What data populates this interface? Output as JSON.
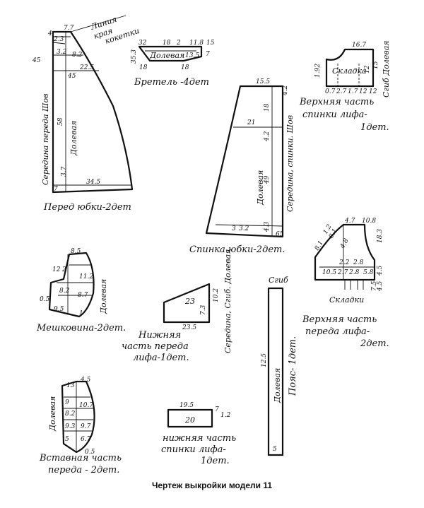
{
  "caption": "Чертеж выкройки модели 11",
  "pieces": {
    "front_skirt": {
      "label": "Перед юбки-2дет",
      "side_label": "Середина переда Шов",
      "grain": "Долевая",
      "yoke_note": [
        "Линия",
        "края",
        "кокетки"
      ],
      "dims": [
        "4",
        "7.7",
        "2.3",
        "3.2",
        "8.2",
        "45",
        "22.5",
        "45",
        "58",
        "3.7",
        "34.5",
        "7"
      ]
    },
    "strap": {
      "label": "Бретель -4дет",
      "grain": "Долевая",
      "dims": [
        "32",
        "18",
        "2",
        "11.8",
        "15",
        "35.3",
        "13.5",
        "7",
        "18",
        "18"
      ]
    },
    "back_bodice_top": {
      "label": [
        "Верхняя часть",
        "спинки лифа-",
        "1дет."
      ],
      "side_label": "Сгиб Долевая",
      "pleat": "Складка",
      "dims": [
        "16.7",
        "1.92",
        "12",
        "15",
        "0.7",
        "2.7",
        "1.7",
        "12",
        "12"
      ]
    },
    "back_skirt": {
      "label": "Спинка юбки-2дет.",
      "side_label": "Середина, спинки. Шов",
      "grain": "Долевая",
      "dims": [
        "15.5",
        "4.2",
        "18",
        "21",
        "4.2",
        "49",
        "3",
        "3.2",
        "4.3",
        "65"
      ]
    },
    "pocket": {
      "label": "Мешковина-2дет.",
      "grain": "Долевая",
      "dims": [
        "8.5",
        "12",
        "2",
        "11.2",
        "8.2",
        "8.7",
        "0.5",
        "9.5",
        "1"
      ]
    },
    "front_bodice_bottom": {
      "label": [
        "Нижняя",
        "часть переда",
        "лифа-1дет."
      ],
      "side_label": "Середина, Сгиб. Долевая",
      "dims": [
        "10.2",
        "23",
        "7.3",
        "23.5"
      ]
    },
    "front_bodice_top": {
      "label": [
        "Верхняя часть",
        "переда лифа-",
        "2дет."
      ],
      "pleats": "Складки",
      "dims": [
        "8.1",
        "1.2",
        "4.7",
        "10.8",
        "8.1",
        "4.8",
        "18.3",
        "2.2",
        "2.8",
        "10.5",
        "2.7",
        "2.8",
        "5.8",
        "4.5",
        "7.5",
        "4.5"
      ]
    },
    "belt": {
      "label": "Пояс- 1дет.",
      "fold": "Сгиб",
      "grain": "Долевая",
      "dims": [
        "12.5",
        "5"
      ]
    },
    "front_insert": {
      "label": [
        "Вставная часть",
        "переда - 2дет."
      ],
      "grain": "Долевая",
      "dims": [
        "13",
        "4.5",
        "9",
        "10.7",
        "8.2",
        "9.3",
        "9.7",
        "6.7",
        "5",
        "0.5"
      ]
    },
    "back_bodice_bottom": {
      "label": [
        "нижняя часть",
        "спинки лифа-",
        "1дет."
      ],
      "dims": [
        "19.5",
        "20",
        "7",
        "1.2"
      ]
    }
  }
}
